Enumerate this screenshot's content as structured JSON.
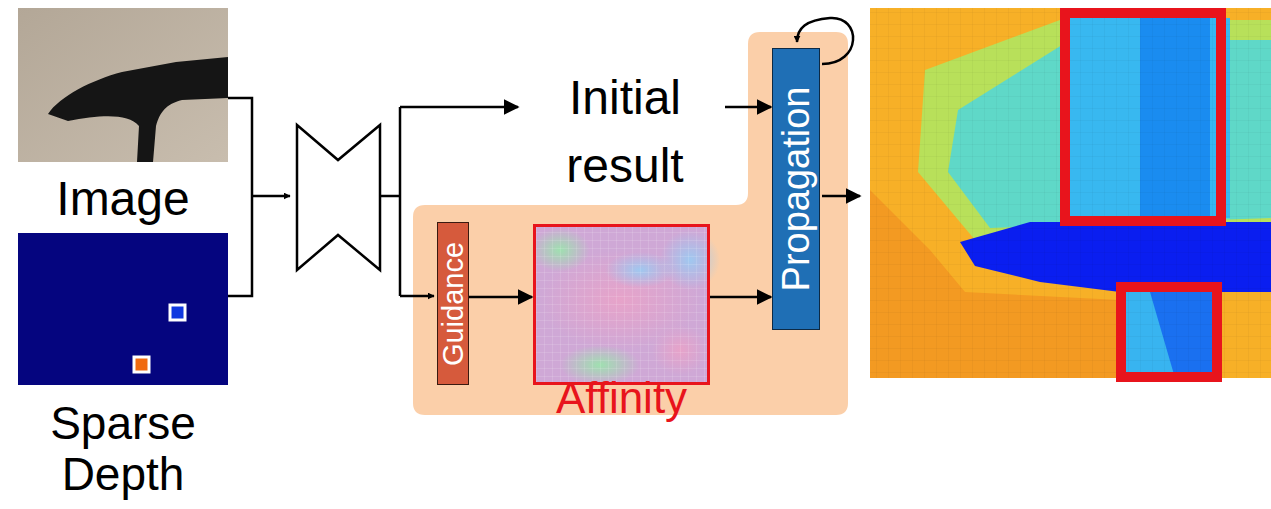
{
  "diagram": {
    "nodes": [
      {
        "text": [
          "Image"
        ]
      },
      {
        "text": [
          "Sparse Depth"
        ]
      },
      {
        "text": [
          "Initial result"
        ]
      },
      {
        "text": [
          "Guidance"
        ]
      },
      {
        "text": [
          "Affinity"
        ]
      },
      {
        "text": [
          "Propagation"
        ]
      }
    ],
    "edges": [
      {
        "from": 2,
        "to": 5,
        "arrow": "to"
      },
      {
        "from": 3,
        "to": 4,
        "arrow": "to"
      },
      {
        "from": 4,
        "to": 5,
        "arrow": "to"
      }
    ]
  }
}
